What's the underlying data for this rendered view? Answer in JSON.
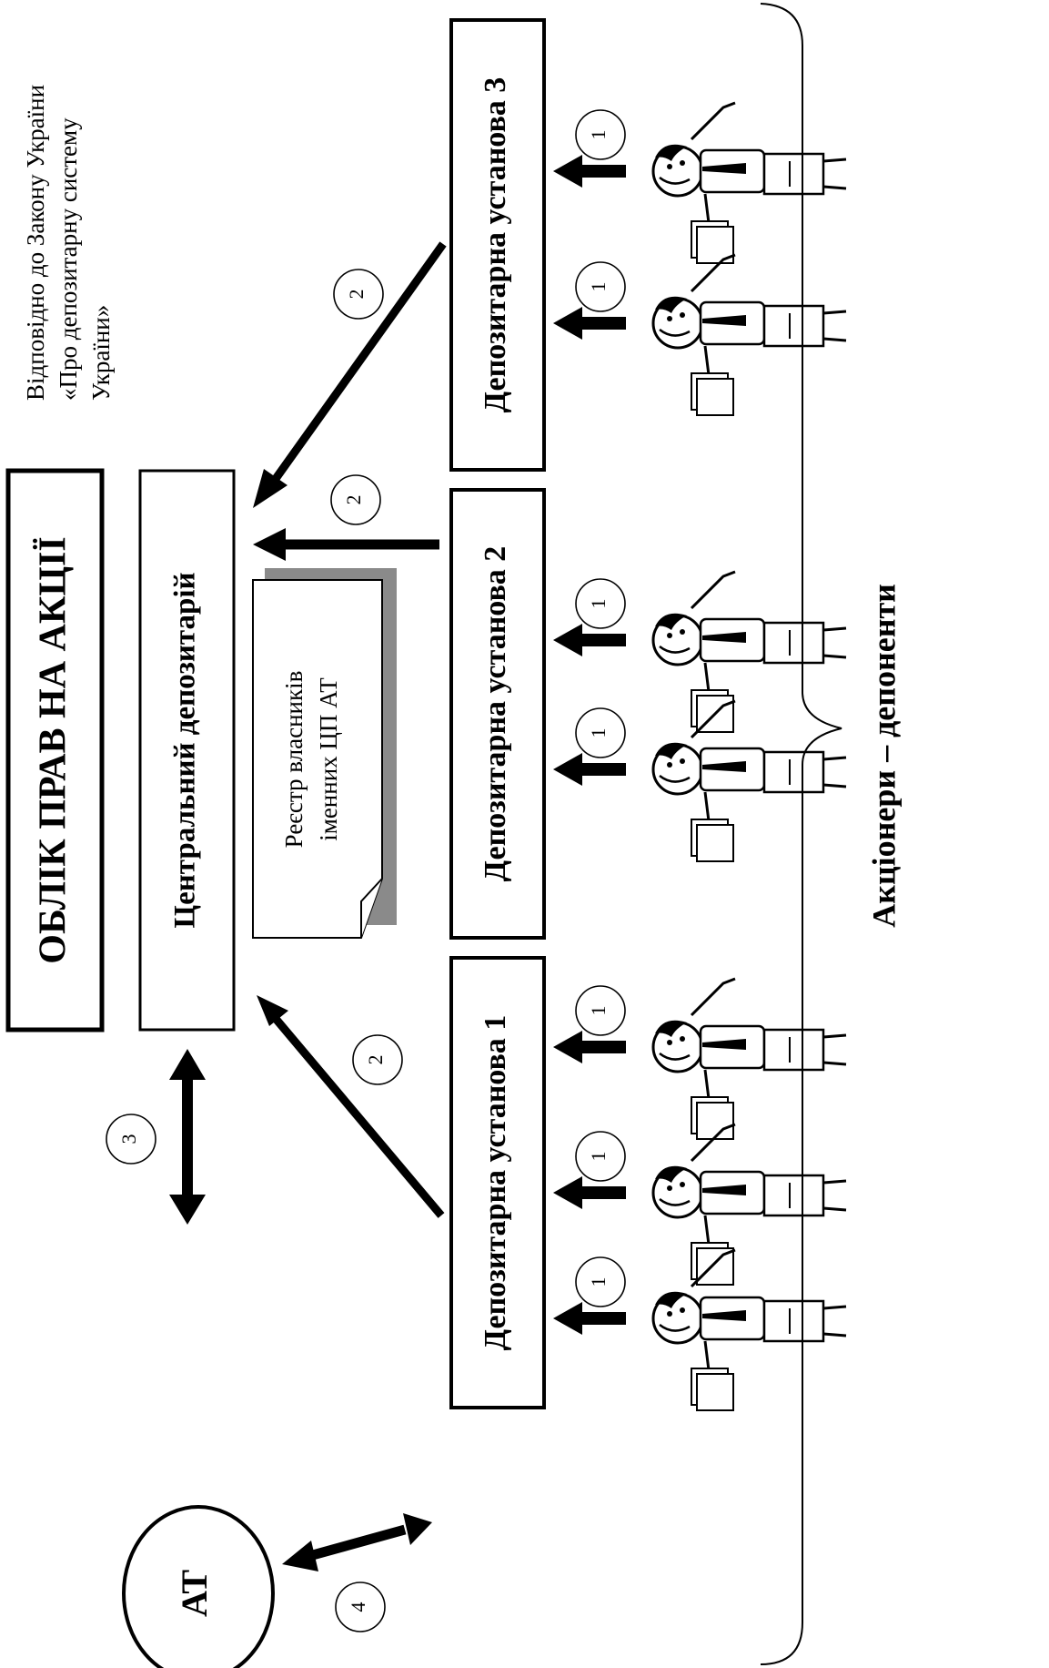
{
  "diagram": {
    "title": "ОБЛІК ПРАВ НА АКЦІЇ",
    "central_depository": "Центральний депозитарій",
    "register_line1": "Реєстр власників",
    "register_line2": "іменних ЦП АТ",
    "law_note": {
      "line1": "Відповідно до Закону України",
      "line2": "«Про депозитарну систему",
      "line3": "України»"
    },
    "joint_stock_company": "АТ",
    "depository_institutions": [
      "Депозитарна установа 1",
      "Депозитарна установа 2",
      "Депозитарна установа 3"
    ],
    "shareholders_label": "Акціонери – депоненти",
    "step_labels": {
      "one": "1",
      "two": "2",
      "three": "3",
      "four": "4"
    },
    "colors": {
      "ink": "#000000",
      "paper": "#ffffff",
      "shadow": "#8a8a8a"
    }
  }
}
